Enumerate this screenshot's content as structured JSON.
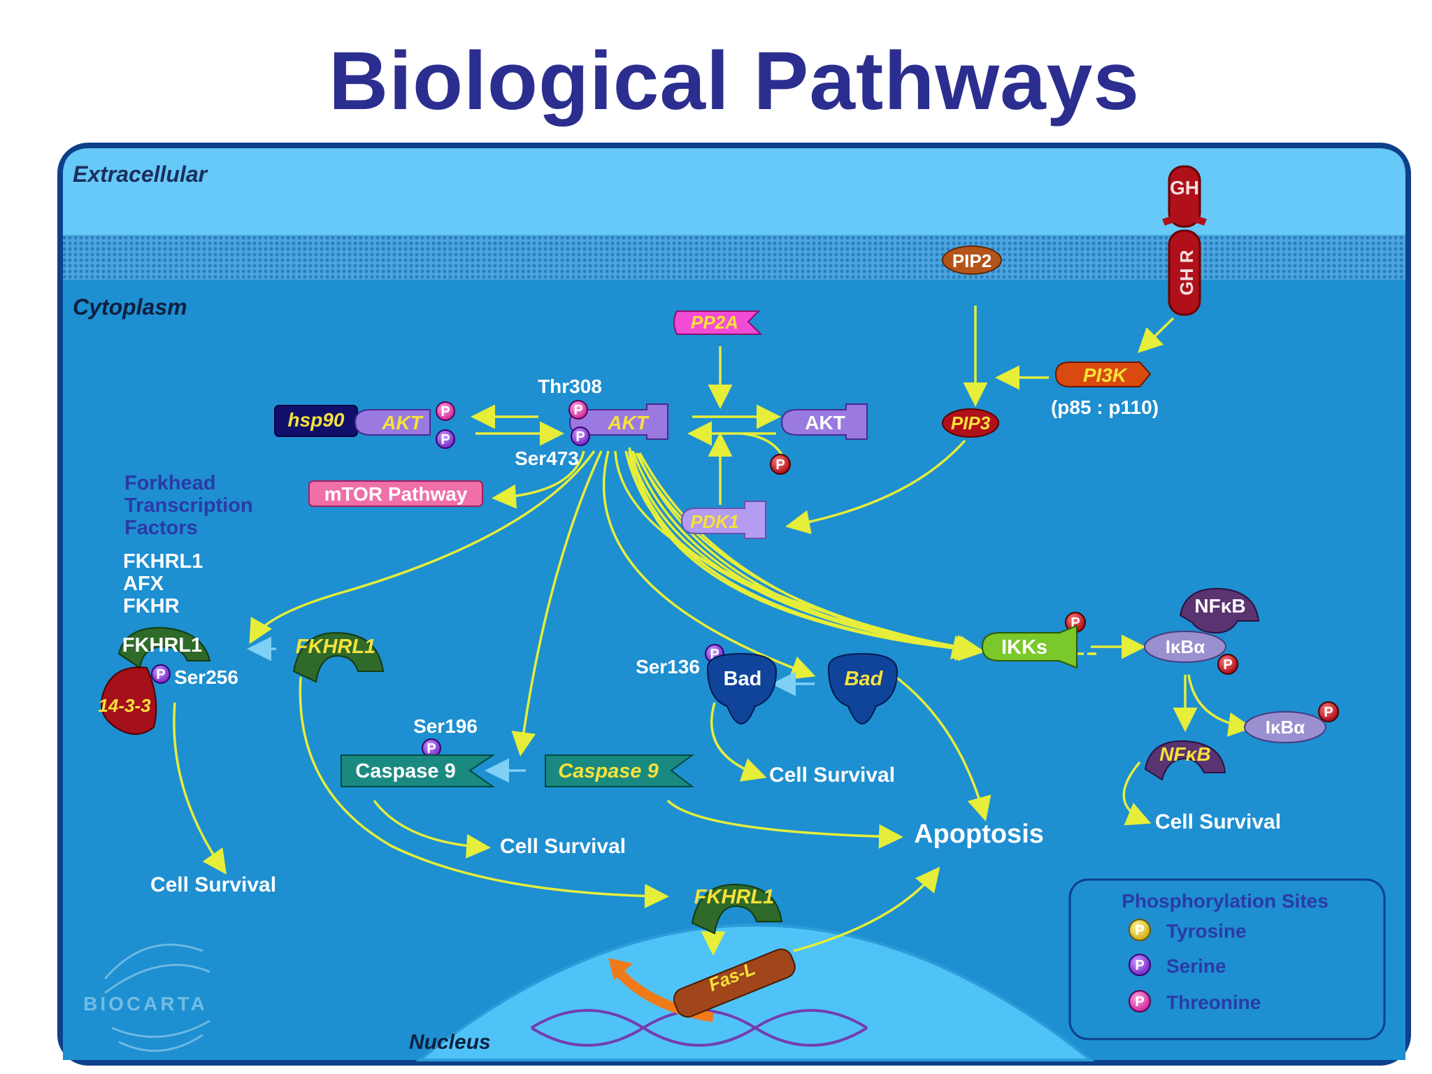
{
  "title": "Biological Pathways",
  "compartments": {
    "extracellular": "Extracellular",
    "cytoplasm": "Cytoplasm",
    "nucleus": "Nucleus"
  },
  "molecules": {
    "gh": "GH",
    "ghr": "GH R",
    "pip2": "PIP2",
    "pip3": "PIP3",
    "pi3k": "PI3K",
    "pi3k_sub": "(p85 : p110)",
    "pp2a": "PP2A",
    "pdk1": "PDK1",
    "akt_hsp": "AKT",
    "hsp90": "hsp90",
    "akt_center": "AKT",
    "akt_right": "AKT",
    "mtor": "mTOR Pathway",
    "fkhrl1_bound": "FKHRL1",
    "fkhrl1_free": "FKHRL1",
    "fkhrl1_nuclear": "FKHRL1",
    "protein_1433": "14-3-3",
    "bad_p": "Bad",
    "bad_free": "Bad",
    "caspase_p": "Caspase 9",
    "caspase_free": "Caspase 9",
    "ikks": "IKKs",
    "nfkb_top": "NFκB",
    "ikba_top": "IκBα",
    "ikba_right": "IκBα",
    "nfkb_bottom": "NFκB",
    "fasl": "Fas-L"
  },
  "sites": {
    "thr308": "Thr308",
    "ser473": "Ser473",
    "ser256": "Ser256",
    "ser136": "Ser136",
    "ser196": "Ser196",
    "p": "P"
  },
  "forkhead": {
    "heading": [
      "Forkhead",
      "Transcription",
      "Factors"
    ],
    "members": [
      "FKHRL1",
      "AFX",
      "FKHR"
    ]
  },
  "outcomes": {
    "cell_survival": "Cell Survival",
    "apoptosis": "Apoptosis"
  },
  "legend": {
    "title": "Phosphorylation Sites",
    "items": [
      {
        "label": "Tyrosine",
        "color": "#e8d23a"
      },
      {
        "label": "Serine",
        "color": "#8a3fd1"
      },
      {
        "label": "Threonine",
        "color": "#e040b8"
      }
    ]
  },
  "watermark": "BIOCARTA",
  "colors": {
    "title": "#2b2e8f",
    "extracellular": "#5cc8f6",
    "cytoplasm": "#1e8fd0",
    "arrow": "#e6ee3a",
    "inhibit_arrow": "#7fd0f5"
  }
}
